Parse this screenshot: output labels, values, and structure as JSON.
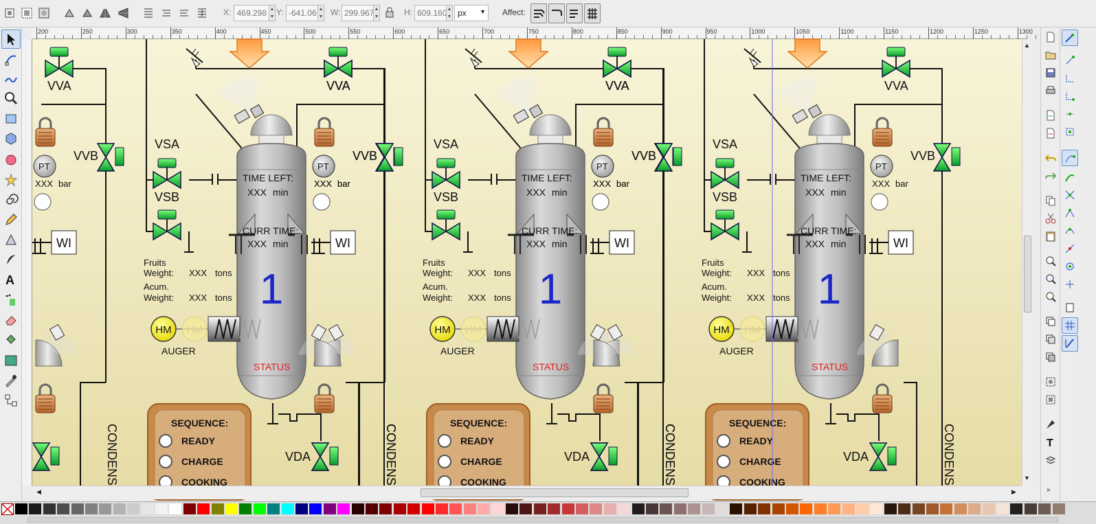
{
  "toolbar": {
    "x_label": "X:",
    "x_value": "469.298",
    "y_label": "Y:",
    "y_value": "-641.06",
    "w_label": "W:",
    "w_value": "299.967",
    "h_label": "H:",
    "h_value": "609.160",
    "unit": "px",
    "affect_label": "Affect:"
  },
  "ruler": {
    "ticks": [
      "200",
      "250",
      "300",
      "350",
      "400",
      "450",
      "500",
      "550",
      "600",
      "650",
      "700",
      "750",
      "800",
      "850",
      "900",
      "950",
      "1000",
      "1050",
      "1100",
      "1150",
      "1200",
      "1250",
      "1300"
    ]
  },
  "units": [
    {
      "vva_left": "VVA",
      "vva_right": "VVA",
      "vvb": "VVB",
      "vsa": "VSA",
      "vsb": "VSB",
      "pt_left": "PT",
      "pt_right": "PT",
      "xxx": "XXX",
      "bar": "bar",
      "wi_left": "WI",
      "wi_right": "WI",
      "time_left": "TIME LEFT:",
      "time_left_value": "XXX",
      "min": "min",
      "curr_time": "CURR TIME:",
      "curr_time_value": "XXX",
      "fruits": "Fruits",
      "weight": "Weight:",
      "tons": "tons",
      "acum": "Acum.",
      "acum_weight": "Weight:",
      "tank_number": "1",
      "hm": "HM",
      "auger": "AUGER",
      "status": "STATUS",
      "sequence_title": "SEQUENCE:",
      "seq_ready": "READY",
      "seq_charge": "CHARGE",
      "seq_cooking": "COOKING",
      "vda": "VDA",
      "condens": "CONDENS"
    }
  ],
  "palette": {
    "colors": [
      "#000000",
      "#1a1a1a",
      "#333333",
      "#4d4d4d",
      "#666666",
      "#808080",
      "#999999",
      "#b3b3b3",
      "#cccccc",
      "#e6e6e6",
      "#f2f2f2",
      "#ffffff",
      "#800000",
      "#ff0000",
      "#808000",
      "#ffff00",
      "#008000",
      "#00ff00",
      "#008080",
      "#00ffff",
      "#000080",
      "#0000ff",
      "#800080",
      "#ff00ff",
      "#2b0000",
      "#550000",
      "#800000",
      "#aa0000",
      "#d40000",
      "#ff0000",
      "#ff2a2a",
      "#ff5555",
      "#ff8080",
      "#ffaaaa",
      "#ffd5d5",
      "#280b0b",
      "#501616",
      "#782121",
      "#a02c2c",
      "#c83737",
      "#d35f5f",
      "#de8787",
      "#e9afaf",
      "#f4d7d7",
      "#241c1c",
      "#483737",
      "#6c5353",
      "#916f6f",
      "#ac9393",
      "#c8b7b7",
      "#e3dbdb",
      "#2b1100",
      "#552200",
      "#803300",
      "#aa4400",
      "#d45500",
      "#ff6600",
      "#ff7f2a",
      "#ff9955",
      "#ffb380",
      "#ffccaa",
      "#ffe6d5",
      "#28170b",
      "#502d16",
      "#784421",
      "#a05a2c",
      "#c87137",
      "#d38d5f",
      "#deaa87",
      "#e9c6af",
      "#f4e3d7",
      "#241f1c",
      "#483e37",
      "#6c5d53",
      "#917c6f"
    ]
  }
}
